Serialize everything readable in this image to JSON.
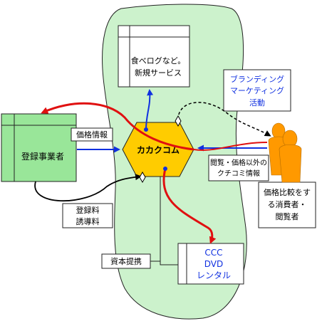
{
  "labels": {
    "center": "カカクコム",
    "registered": "登録事業者",
    "price_info": "価格情報",
    "fees_line1": "登録料",
    "fees_line2": "誘導料",
    "capital": "資本提携",
    "tabelog_line1": "食べログなど。",
    "tabelog_line2": "新規サービス",
    "branding_line1": "ブランディング",
    "branding_line2": "マーケティング",
    "branding_line3": "活動",
    "reviews_line1": "閲覧・価格以外の",
    "reviews_line2": "クチコミ情報",
    "consumers_line1": "価格比較をす",
    "consumers_line2": "る消費者・",
    "consumers_line3": "閲覧者",
    "ccc_line1": "CCC",
    "ccc_line2": "DVD",
    "ccc_line3": "レンタル"
  },
  "colors": {
    "blob_fill": "#ccf2cc",
    "box_fill": "#99e699",
    "hexagon_fill": "#ffcc00",
    "person_fill": "#ff9900",
    "red_arrow": "#e01010",
    "blue_arrow": "#1030e0"
  }
}
